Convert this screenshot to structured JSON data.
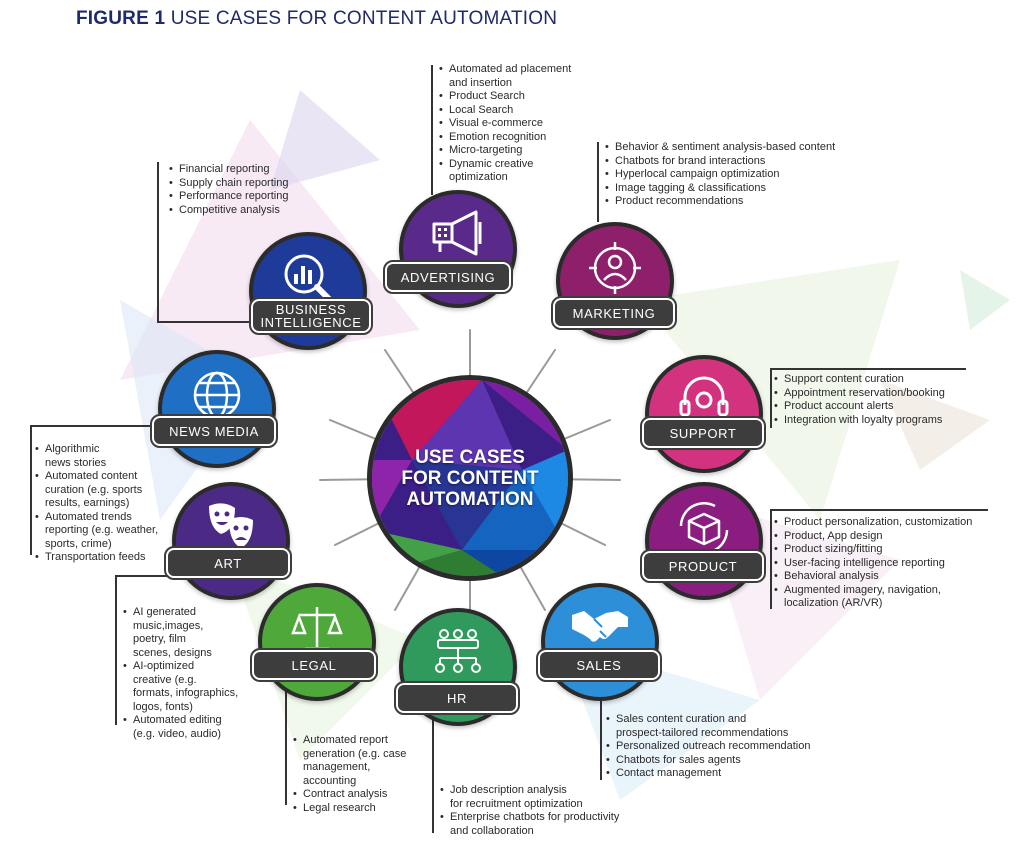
{
  "figure": {
    "number": "FIGURE 1",
    "title": "USE CASES FOR CONTENT AUTOMATION"
  },
  "hub": {
    "text": "USE CASES\nFOR CONTENT\nAUTOMATION"
  },
  "nodes": {
    "advertising": {
      "label": "ADVERTISING",
      "color": "#5a2a8a",
      "icon": "megaphone-icon",
      "items": [
        "Automated ad placement\nand insertion",
        "Product Search",
        "Local Search",
        "Visual e-commerce",
        "Emotion recognition",
        "Micro-targeting",
        "Dynamic creative\noptimization"
      ]
    },
    "business_intelligence": {
      "label": "BUSINESS\nINTELLIGENCE",
      "color": "#1f3b9a",
      "icon": "chart-magnifier-icon",
      "items": [
        "Financial reporting",
        "Supply chain reporting",
        "Performance reporting",
        "Competitive analysis"
      ]
    },
    "marketing": {
      "label": "MARKETING",
      "color": "#8e1f6b",
      "icon": "target-person-icon",
      "items": [
        "Behavior & sentiment analysis-based content",
        "Chatbots for brand interactions",
        "Hyperlocal campaign optimization",
        "Image tagging & classifications",
        "Product recommendations"
      ]
    },
    "news_media": {
      "label": "NEWS MEDIA",
      "color": "#1f6fc4",
      "icon": "globe-icon",
      "items": [
        "Algorithmic\nnews stories",
        "Automated content\ncuration (e.g. sports\nresults, earnings)",
        "Automated trends\nreporting (e.g. weather,\nsports, crime)",
        "Transportation feeds"
      ]
    },
    "support": {
      "label": "SUPPORT",
      "color": "#d2327e",
      "icon": "headset-icon",
      "items": [
        "Support content curation",
        "Appointment reservation/booking",
        "Product account alerts",
        "Integration with loyalty programs"
      ]
    },
    "art": {
      "label": "ART",
      "color": "#4b2a86",
      "icon": "theater-masks-icon",
      "items": [
        "AI generated\nmusic,images,\npoetry, film\nscenes, designs",
        "AI-optimized\ncreative (e.g.\nformats, infographics,\nlogos, fonts)",
        "Automated editing\n(e.g. video, audio)"
      ]
    },
    "product": {
      "label": "PRODUCT",
      "color": "#8b1d80",
      "icon": "box-cycle-icon",
      "items": [
        "Product personalization, customization",
        "Product, App design",
        "Product sizing/fitting",
        "User-facing intelligence reporting",
        "Behavioral analysis",
        "Augmented imagery, navigation,\nlocalization (AR/VR)"
      ]
    },
    "legal": {
      "label": "LEGAL",
      "color": "#4fa83a",
      "icon": "scales-icon",
      "items": [
        "Automated report\ngeneration (e.g. case\nmanagement,\naccounting",
        "Contract analysis",
        "Legal research"
      ]
    },
    "hr": {
      "label": "HR",
      "color": "#2f9a5c",
      "icon": "org-chart-icon",
      "items": [
        "Job description analysis\nfor recruitment optimization",
        "Enterprise chatbots for productivity\nand collaboration"
      ]
    },
    "sales": {
      "label": "SALES",
      "color": "#2d8fd8",
      "icon": "handshake-icon",
      "items": [
        "Sales content curation and\nprospect-tailored recommendations",
        "Personalized outreach recommendation",
        "Chatbots for sales agents",
        "Contact management"
      ]
    }
  }
}
